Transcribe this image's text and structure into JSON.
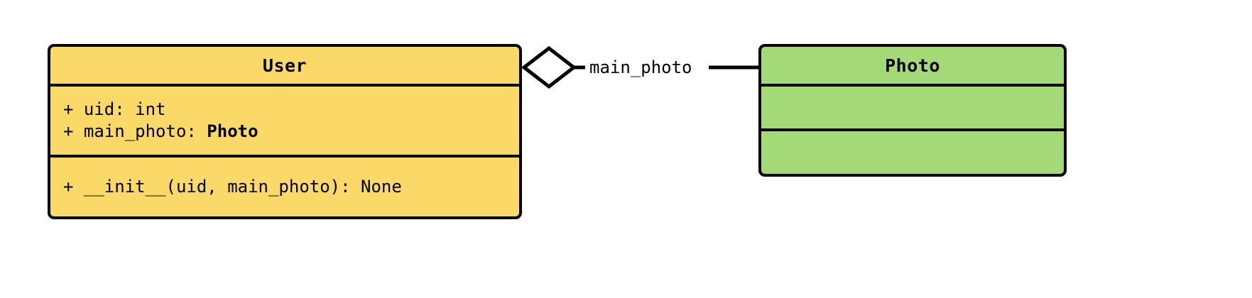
{
  "diagram": {
    "type": "uml-class-diagram",
    "background": "#ffffff",
    "classes": [
      {
        "name": "User",
        "fill": "#FBD968",
        "border": "#000000",
        "attributes": [
          {
            "text": "+ uid: int",
            "prefix": "+ uid: int",
            "type_bold": ""
          },
          {
            "text": "+ main_photo: Photo",
            "prefix": "+ main_photo: ",
            "type_bold": "Photo"
          }
        ],
        "methods": [
          {
            "text": "+ __init__(uid, main_photo): None"
          }
        ]
      },
      {
        "name": "Photo",
        "fill": "#A3D977",
        "border": "#000000",
        "attributes": [],
        "methods": []
      }
    ],
    "relationships": [
      {
        "kind": "aggregation",
        "source": "User",
        "target": "Photo",
        "label": "main_photo",
        "diamond_fill": "#ffffff",
        "line_color": "#000000"
      }
    ]
  }
}
